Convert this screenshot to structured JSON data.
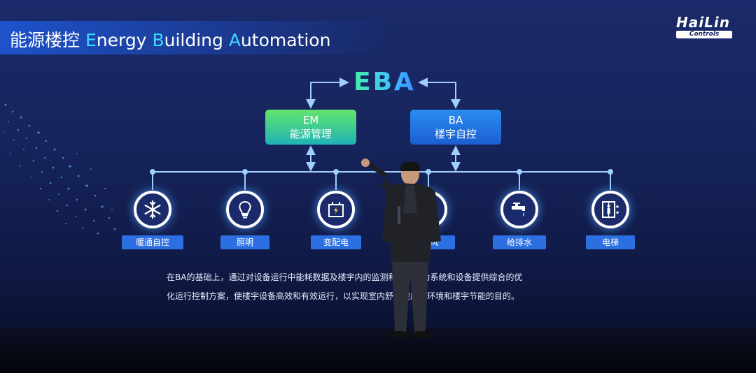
{
  "slide": {
    "title_parts": [
      {
        "text": "能源楼控 ",
        "cap": false
      },
      {
        "text": "E",
        "cap": true
      },
      {
        "text": "nergy ",
        "cap": false
      },
      {
        "text": "B",
        "cap": true
      },
      {
        "text": "uilding ",
        "cap": false
      },
      {
        "text": "A",
        "cap": true
      },
      {
        "text": "utomation",
        "cap": false
      }
    ],
    "logo_main": "HaiLin",
    "logo_sub": "Controls",
    "eba": "EBA",
    "em_line1": "EM",
    "em_line2": "能源管理",
    "ba_line1": "BA",
    "ba_line2": "楼宇自控",
    "systems": [
      {
        "label": "暖通自控",
        "icon": "snowflake-icon"
      },
      {
        "label": "照明",
        "icon": "lightbulb-icon"
      },
      {
        "label": "变配电",
        "icon": "transformer-icon"
      },
      {
        "label": "通风",
        "icon": "fan-icon"
      },
      {
        "label": "给排水",
        "icon": "water-tap-icon"
      },
      {
        "label": "电梯",
        "icon": "elevator-icon"
      }
    ],
    "description_line1": "在BA的基础上，通过对设备运行中能耗数据及楼宇内的监测和分析，为系统和设备提供综合的优",
    "description_line2": "化运行控制方案，使楼宇设备高效和有效运行，以实现室内舒适健康的环境和楼宇节能的目的。"
  },
  "colors": {
    "accent_cyan": "#3fd7ff",
    "em_green": "#63e56a",
    "ba_blue": "#2b8cf0",
    "label_blue": "#2b6fe2"
  }
}
